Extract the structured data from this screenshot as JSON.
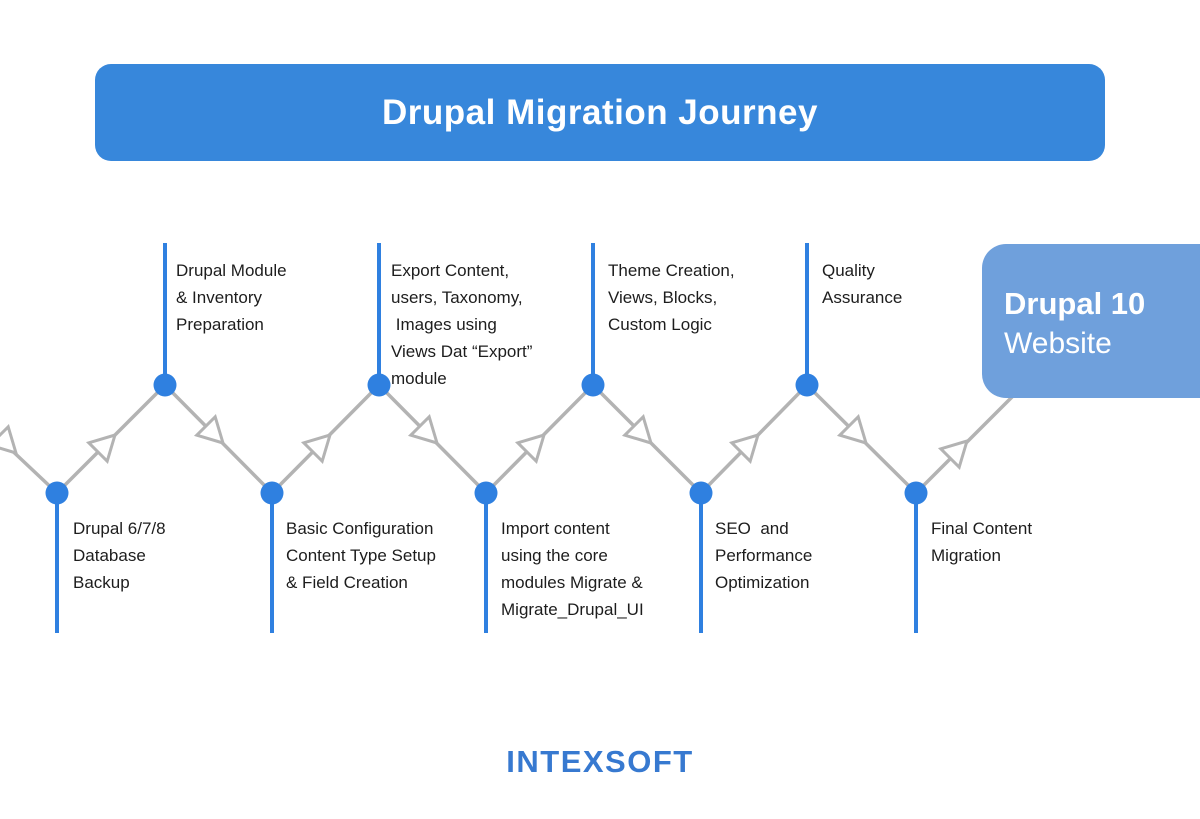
{
  "header": {
    "title": "Drupal Migration Journey"
  },
  "end_node": {
    "title": "Drupal 10",
    "subtitle": "Website"
  },
  "top_milestones": [
    {
      "text": "Drupal Module\n& Inventory\nPreparation"
    },
    {
      "text": "Export Content,\nusers, Taxonomy,\n Images using\nViews Dat “Export”\nmodule"
    },
    {
      "text": "Theme Creation,\nViews, Blocks,\nCustom Logic"
    },
    {
      "text": "Quality\nAssurance"
    }
  ],
  "bottom_milestones": [
    {
      "text": "Drupal 6/7/8\nDatabase\nBackup"
    },
    {
      "text": "Basic Configuration\nContent Type Setup\n& Field Creation"
    },
    {
      "text": "Import content\nusing the core\nmodules Migrate &\nMigrate_Drupal_UI"
    },
    {
      "text": "SEO  and\nPerformance\nOptimization"
    },
    {
      "text": "Final Content\nMigration"
    }
  ],
  "footer": {
    "logo_text": "INTEXSOFT"
  },
  "colors": {
    "header_bg": "#3787DB",
    "node_accent": "#2F80E0",
    "end_node_bg": "#6FA0DC",
    "path_gray": "#B3B3B3",
    "text_dark": "#1D1D1D",
    "logo_blue": "#3779D0",
    "background": "#FFFFFF"
  }
}
